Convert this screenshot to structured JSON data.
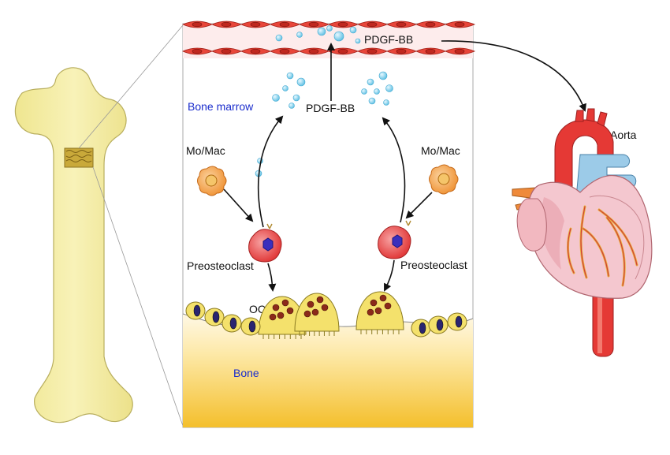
{
  "labels": {
    "pdgf_top": "PDGF-BB",
    "pdgf_mid": "PDGF-BB",
    "bone_marrow": "Bone marrow",
    "momac_left": "Mo/Mac",
    "momac_right": "Mo/Mac",
    "preosteoclast_left": "Preosteoclast",
    "preosteoclast_right": "Preosteoclast",
    "oc": "OC",
    "bone": "Bone",
    "aorta": "Aorta"
  },
  "colors": {
    "bone_shape": "#f6f0a6",
    "vessel_cell": "#e8463a",
    "pdgf_dot": "#6fc8e6",
    "blue_label": "#1a2ccc",
    "bone_gradient_top": "#fdf3d6",
    "bone_gradient_bottom": "#f5c331",
    "osteoclast": "#f4e16c",
    "heart_red": "#e53935",
    "heart_pink": "#f3c9cf",
    "aorta_blue": "#8fc3e6"
  }
}
